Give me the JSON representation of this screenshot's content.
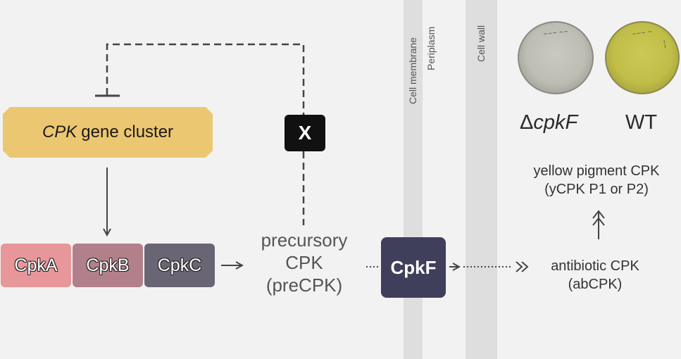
{
  "compartments": {
    "cell_membrane": "Cell membrane",
    "periplasm": "Periplasm",
    "cell_wall": "Cell wall"
  },
  "gene_cluster": {
    "italic": "CPK",
    "rest": "gene cluster"
  },
  "proteins": {
    "a": "CpkA",
    "b": "CpkB",
    "c": "CpkC",
    "f": "CpkF"
  },
  "blocked_marker": "X",
  "precursor": {
    "line1": "precursory",
    "line2": "CPK",
    "line3": "(preCPK)"
  },
  "antibiotic": {
    "line1": "antibiotic CPK",
    "line2": "(abCPK)"
  },
  "pigment": {
    "line1": "yellow pigment CPK",
    "line2": "(yCPK P1 or P2)"
  },
  "plates": {
    "mutant_label": "ΔcpkF",
    "wildtype_label": "WT"
  },
  "colors": {
    "gene_cluster": "#ecc772",
    "cpka": "#e7969a",
    "cpkb": "#b2808a",
    "cpkc": "#6a6574",
    "cpkf": "#3f3f5c",
    "mutant_plate": "#bdbdb4",
    "wildtype_plate": "#c0bd48"
  }
}
